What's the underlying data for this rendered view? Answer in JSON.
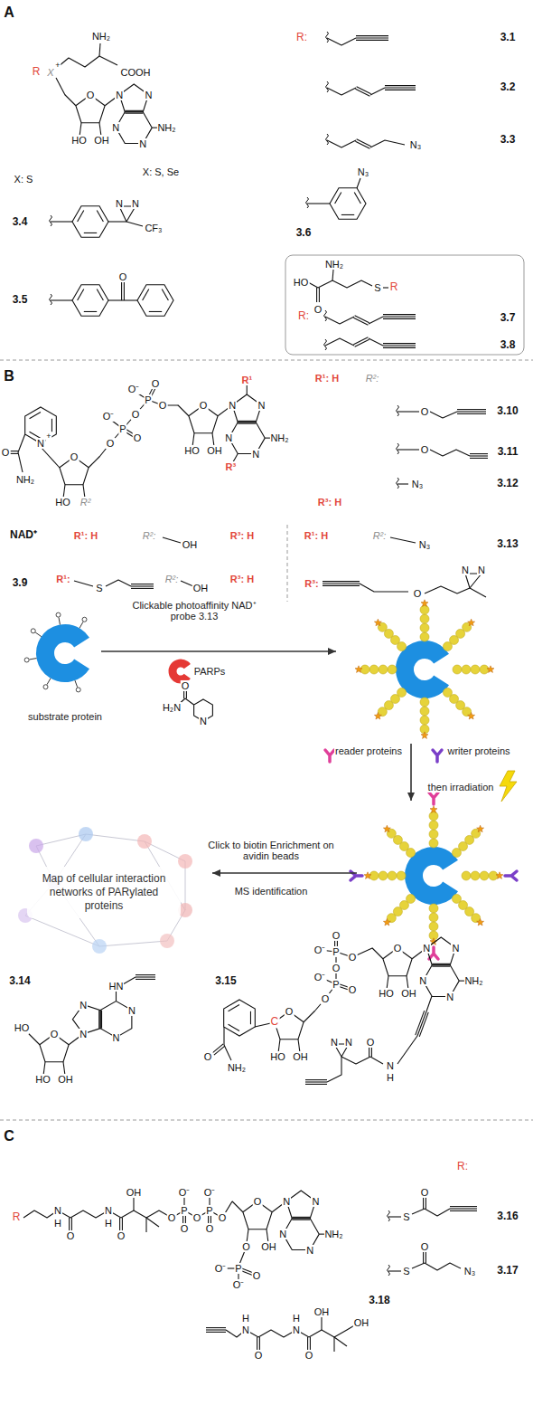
{
  "diagram": {
    "nodes": [
      {
        "text": [
          "Map of cellular interaction networks of PARylated proteins"
        ]
      }
    ],
    "labels": [
      "A",
      "R",
      "X",
      "+",
      "NH₂",
      "COOH",
      "O",
      "HO",
      "OH",
      "N",
      "N",
      "N",
      "N",
      "NH₂",
      "X: S, Se",
      "R:",
      "3.1",
      "3.2",
      "N₃",
      "3.3",
      "X: S",
      "3.4",
      "N",
      "N",
      "CF₃",
      "O",
      "3.5",
      "N₃",
      "3.6",
      "HO",
      "O",
      "NH₂",
      "S",
      "R",
      "R:",
      "3.7",
      "3.8",
      "B",
      "N",
      "+",
      "O",
      "NH₂",
      "O",
      "HO",
      "R²",
      "O",
      "P",
      "O⁻",
      "O",
      "O",
      "P",
      "O⁻",
      "O",
      "O",
      "O",
      "HO",
      "OH",
      "N",
      "N",
      "N",
      "N",
      "NH₂",
      "R¹",
      "R³",
      "R¹: H",
      "R²:",
      "O",
      "3.10",
      "O",
      "3.11",
      "N₃",
      "3.12",
      "R³: H",
      "NAD⁺",
      "R¹: H",
      "R²:",
      "OH",
      "R³: H",
      "R¹: H",
      "R²:",
      "N₃",
      "3.13",
      "3.9",
      "R¹:",
      "S",
      "R²:",
      "OH",
      "R³: H",
      "R³:",
      "N",
      "N",
      "O",
      "substrate protein",
      "Clickable photoaffinity NAD⁺ probe 3.13",
      "PARPs",
      "H₂N",
      "O",
      "N",
      "reader proteins",
      "writer proteins",
      "then irradiation",
      "Click to biotin Enrichment on avidin beads",
      "MS identification",
      "3.14",
      "HO",
      "O",
      "HO",
      "OH",
      "N",
      "N",
      "N",
      "N",
      "HN",
      "3.15",
      "O",
      "NH₂",
      "O",
      "HO",
      "OH",
      "C",
      "O",
      "P",
      "O⁻",
      "O",
      "O",
      "P",
      "O⁻",
      "O",
      "O",
      "O",
      "HO",
      "OH",
      "N",
      "N",
      "N",
      "N",
      "NH₂",
      "N",
      "H",
      "O",
      "N",
      "N",
      "C",
      "R",
      "N",
      "H",
      "O",
      "N",
      "H",
      "O",
      "OH",
      "O",
      "P",
      "O⁻",
      "O",
      "O",
      "P",
      "O⁻",
      "O",
      "O",
      "O",
      "O",
      "OH",
      "P",
      "O⁻",
      "O⁻",
      "O",
      "N",
      "N",
      "N",
      "N",
      "NH₂",
      "R:",
      "S",
      "O",
      "3.16",
      "S",
      "O",
      "N₃",
      "3.17",
      "N",
      "H",
      "O",
      "N",
      "H",
      "O",
      "OH",
      "OH",
      "3.18"
    ]
  }
}
